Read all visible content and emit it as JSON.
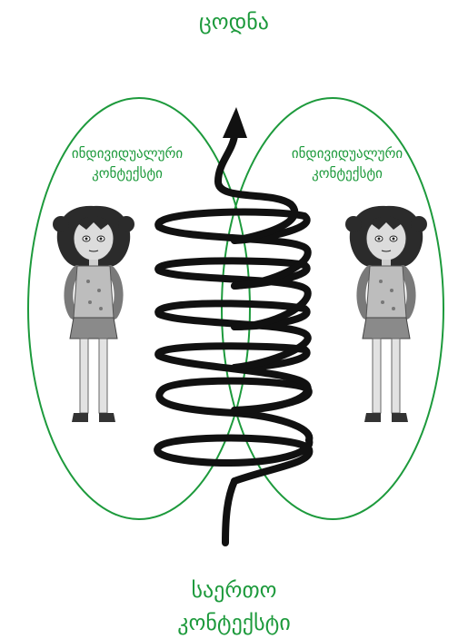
{
  "colors": {
    "accent_green": "#1d9a3c",
    "spiral": "#111111",
    "figure_gray": "#8a8a8a"
  },
  "title": "ცოდნა",
  "left_ellipse": {
    "label_line1": "ინდივიდუალური",
    "label_line2": "კონტექსტი",
    "figure_icon": "girl-figure-icon"
  },
  "right_ellipse": {
    "label_line1": "ინდივიდუალური",
    "label_line2": "კონტექსტი",
    "figure_icon": "girl-figure-icon"
  },
  "bottom": {
    "line1": "საერთო",
    "line2": "კონტექსტი"
  },
  "spiral_icon": "spiral-arrow-icon"
}
